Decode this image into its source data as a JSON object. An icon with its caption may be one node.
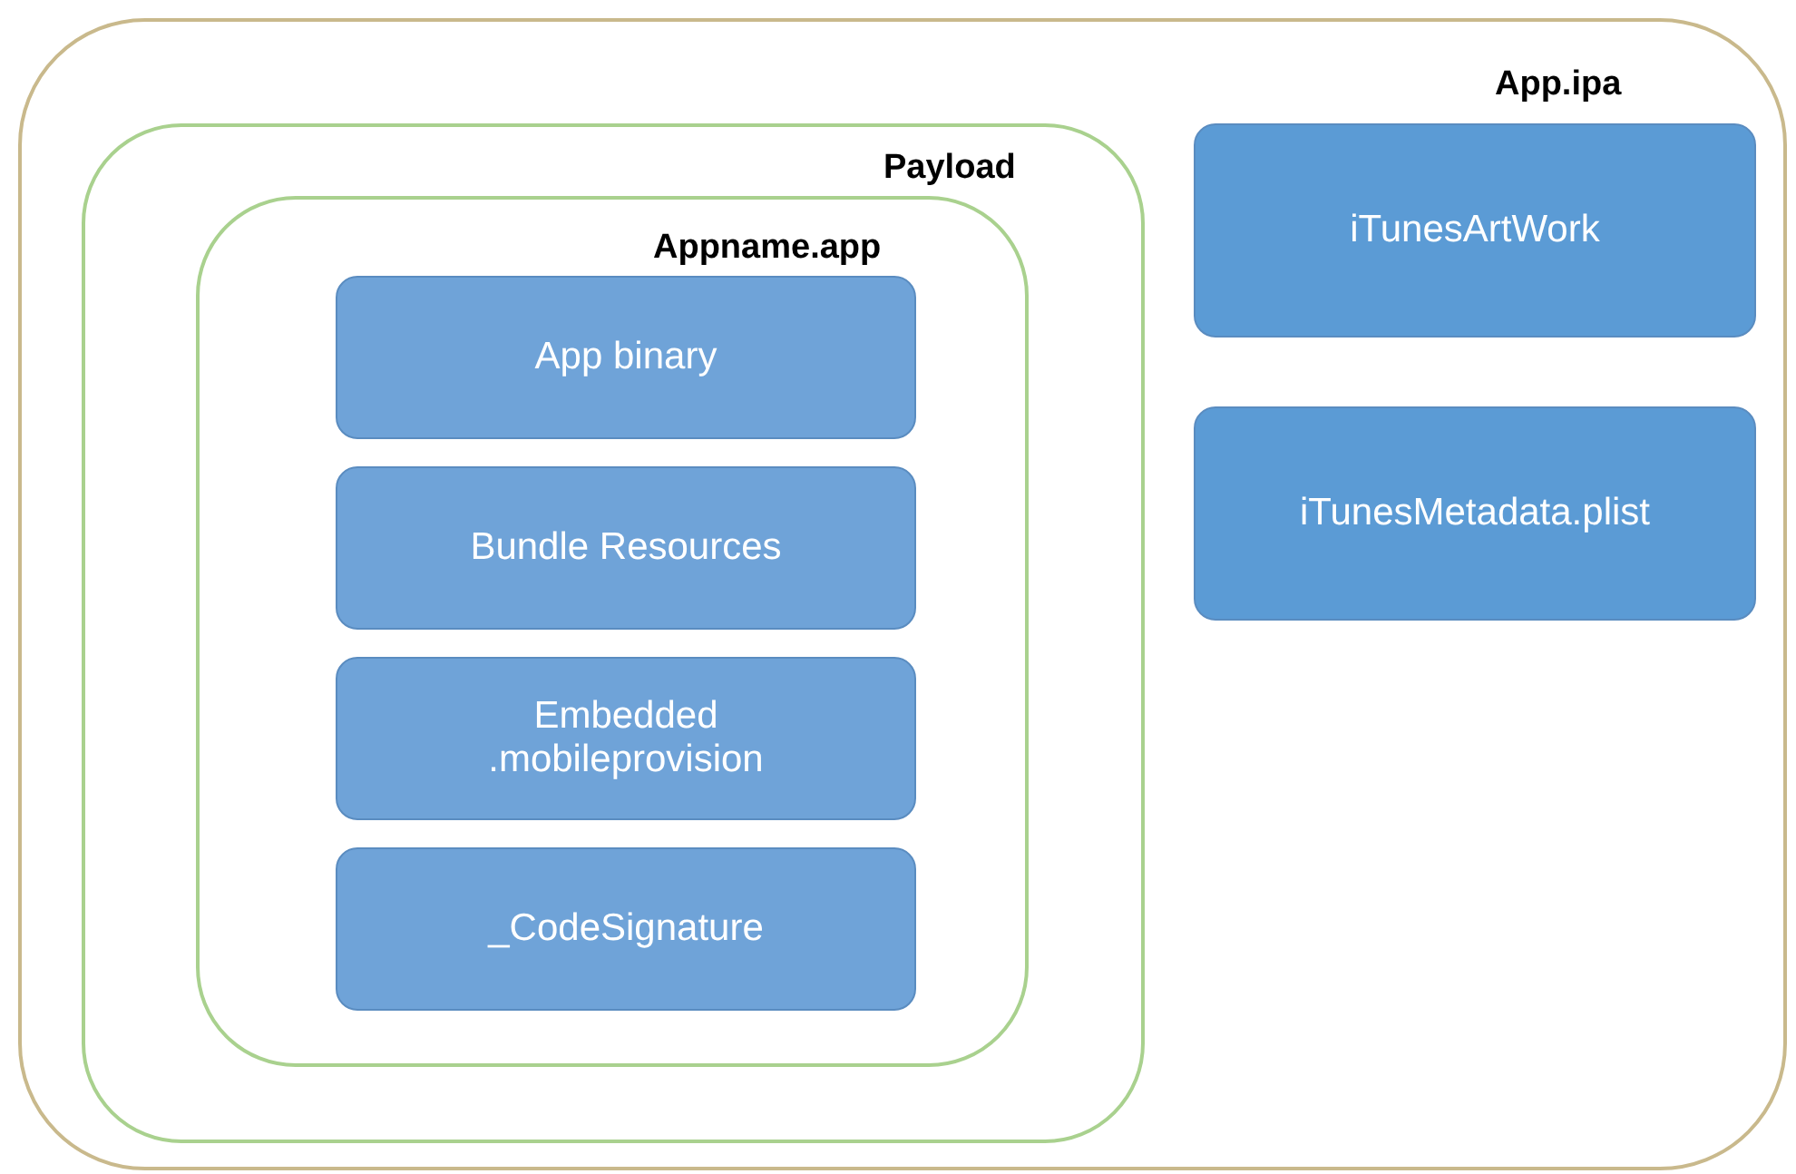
{
  "diagram": {
    "nodes": [
      {
        "text": [
          "App.ipa"
        ]
      },
      {
        "text": [
          "Payload"
        ],
        "in": 0
      },
      {
        "text": [
          "Appname.app"
        ],
        "in": 1
      },
      {
        "text": [
          "App binary"
        ],
        "in": 2
      },
      {
        "text": [
          "Bundle Resources"
        ],
        "in": 2
      },
      {
        "text": [
          "Embedded .mobileprovision"
        ],
        "in": 2
      },
      {
        "text": [
          "_CodeSignature"
        ],
        "in": 2
      },
      {
        "text": [
          "iTunesArtWork"
        ],
        "in": 0
      },
      {
        "text": [
          "iTunesMetadata.plist"
        ],
        "in": 0
      }
    ]
  }
}
